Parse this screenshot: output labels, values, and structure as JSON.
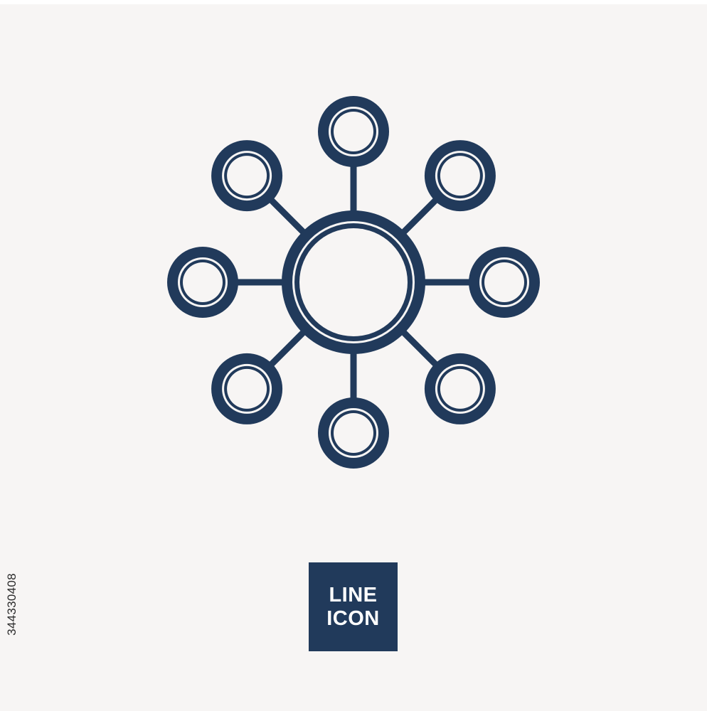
{
  "icon": {
    "name": "network-hub-icon",
    "color": "#213a5b",
    "satellite_count": 8
  },
  "badge": {
    "line1": "LINE",
    "line2": "ICON",
    "background": "#213a5b",
    "text_color": "#ffffff"
  },
  "stock_id": "344330408",
  "background": "#f7f5f4"
}
